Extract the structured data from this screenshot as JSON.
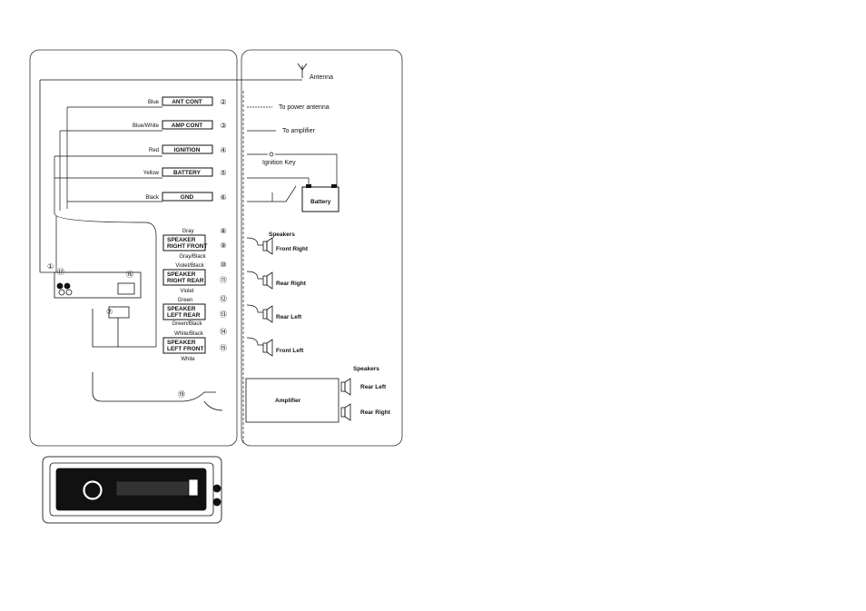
{
  "antenna_label": "Antenna",
  "power_antenna_label": "To power antenna",
  "amplifier_to_label": "To amplifier",
  "ignition_key_label": "Ignition Key",
  "battery_label": "Battery",
  "speakers_label_top": "Speakers",
  "speakers_label_bottom": "Speakers",
  "amplifier_label": "Amplifier",
  "wires": [
    {
      "color": "Blue",
      "name": "ANT CONT",
      "num": "②"
    },
    {
      "color": "Blue/White",
      "name": "AMP CONT",
      "num": "③"
    },
    {
      "color": "Red",
      "name": "IGNITION",
      "num": "④"
    },
    {
      "color": "Yellow",
      "name": "BATTERY",
      "num": "⑤"
    },
    {
      "color": "Black",
      "name": "GND",
      "num": "⑥"
    }
  ],
  "speaker_boxes": [
    {
      "line1": "SPEAKER",
      "line2": "RIGHT FRONT",
      "wire_pos": "Gray",
      "wire_neg": "Gray/Black",
      "num_pos": "⑧",
      "num_neg": "⑨"
    },
    {
      "line1": "SPEAKER",
      "line2": "RIGHT REAR",
      "wire_pos": "Violet/Black",
      "wire_neg": "Violet",
      "num_pos": "⑩",
      "num_neg": "⑪"
    },
    {
      "line1": "SPEAKER",
      "line2": "LEFT REAR",
      "wire_pos": "Green",
      "wire_neg": "Green/Black",
      "num_pos": "⑫",
      "num_neg": "⑬"
    },
    {
      "line1": "SPEAKER",
      "line2": "LEFT FRONT",
      "wire_pos": "White/Black",
      "wire_neg": "White",
      "num_pos": "⑭",
      "num_neg": "⑮"
    }
  ],
  "speakers_right": [
    {
      "label": "Front Right"
    },
    {
      "label": "Rear Right"
    },
    {
      "label": "Rear Left"
    },
    {
      "label": "Front Left"
    }
  ],
  "amp_outputs": [
    {
      "label": "Rear Left"
    },
    {
      "label": "Rear Right"
    }
  ],
  "callouts": {
    "c1": "①",
    "c7": "⑦",
    "c16": "⑯",
    "c17": "⑰",
    "c19": "⑲"
  }
}
